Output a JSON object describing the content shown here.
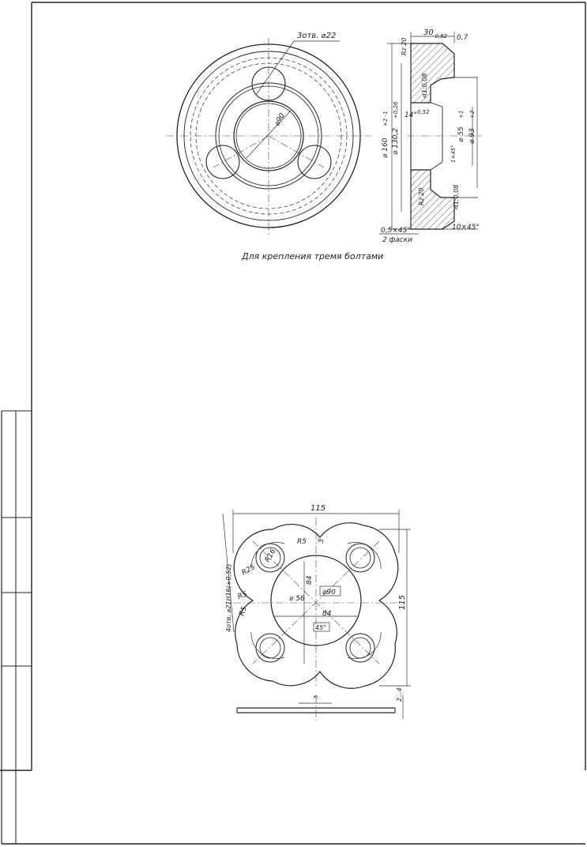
{
  "top_drawing": {
    "caption": "Для крепления тремя болтами",
    "holes_label": "3отв. ⌀22",
    "center_dia": "⌀90",
    "dims": {
      "width": "30",
      "width_tol": "-0,62",
      "step": "0,7",
      "rz_top": "Rz 20",
      "rz_bottom": "Rz 20",
      "dia_160": "⌀ 160",
      "dia_160_tol": "+2 -1",
      "dia_130": "⌀ 130,2",
      "dia_130_tol": "+0,26",
      "taper": "⊲1:0,08",
      "angle": "14°",
      "angle_tol": "0,52",
      "dia_55": "⌀ 55",
      "dia_55_tol": "+1",
      "dia_93": "⌀ 93",
      "dia_93_tol": "+2",
      "chamfer_small": "1×45°",
      "taper2": "⊲1:0,08",
      "chamfer_left": "0,5×45°",
      "chamfer_note": "2 фаски",
      "chamfer_right": "10×45°"
    }
  },
  "bottom_drawing": {
    "width": "115",
    "height": "115",
    "r5_top": "R5",
    "r5_top2": "5",
    "r16": "R16",
    "r25": "R25",
    "r5_left": "R5",
    "r5_left2": "R5",
    "dia_56": "⌀ 56",
    "dia_84_v": "84",
    "dia_84_h": "84",
    "dia_90": "⌀90",
    "angle_45": "45°",
    "bolt_hole": "4отв. ⌀21H16(+0,52)",
    "thickness_s": "5",
    "thickness_24": "2...4"
  }
}
